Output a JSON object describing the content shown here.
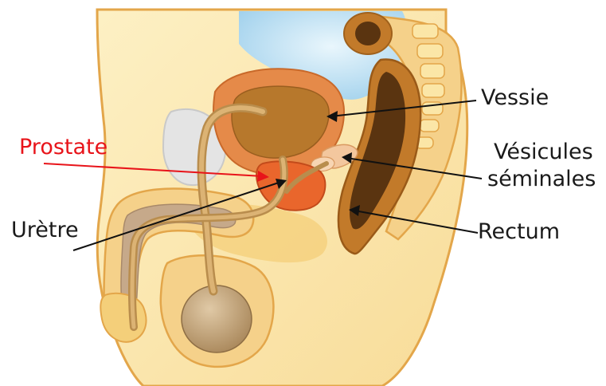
{
  "labels": {
    "vessie": "Vessie",
    "vesicules_line1": "Vésicules",
    "vesicules_line2": "séminales",
    "rectum": "Rectum",
    "prostate": "Prostate",
    "uretre": "Urètre"
  },
  "colors": {
    "skin_outline": "#e3a64a",
    "skin_fill": "#fbe6a7",
    "tissue": "#f4cf7a",
    "muscle": "#e58a49",
    "bladder_inner": "#b7782c",
    "rectum_dark": "#5a3410",
    "rectum_wall": "#c27a2a",
    "prostate": "#e9662c",
    "bone": "#f5d18a",
    "cavity_blue": "#bfe3f5",
    "pubic_bone": "#e4e4e4",
    "testis": "#c9a77a",
    "prostate_label": "#e8141a",
    "label_text": "#1a1a1a"
  }
}
